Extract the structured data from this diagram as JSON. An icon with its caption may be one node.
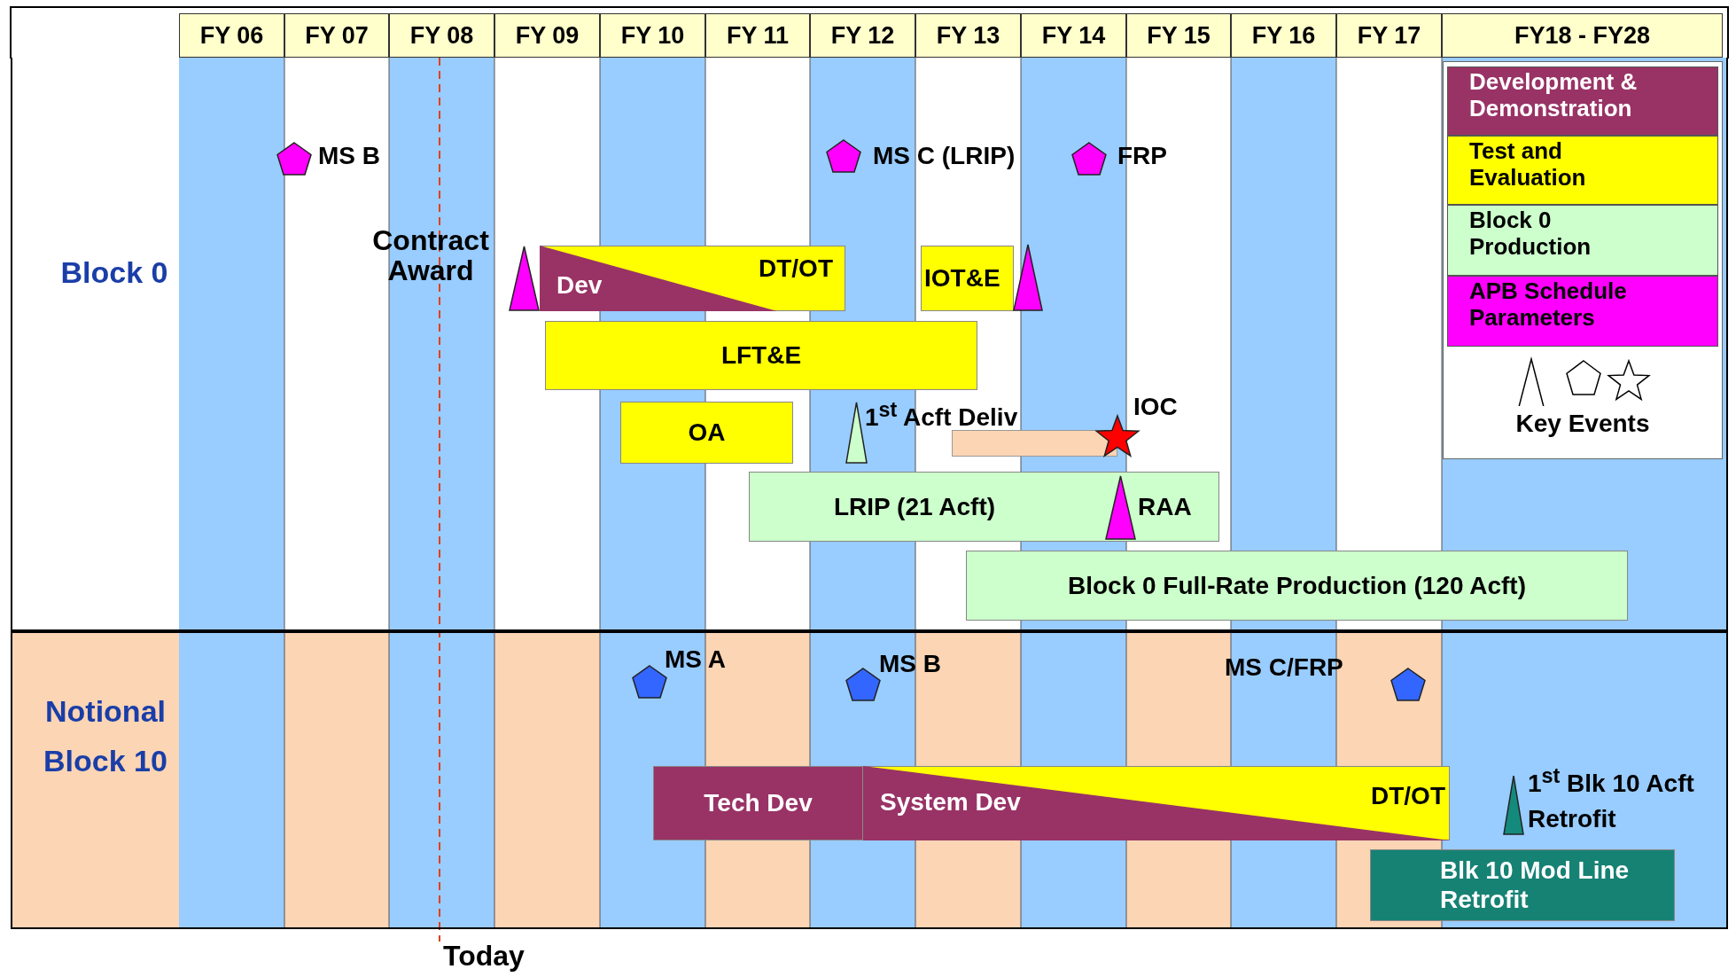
{
  "diagram": {
    "nodes": [
      {
        "text": [
          "FY 06"
        ]
      },
      {
        "text": [
          "FY 07"
        ]
      },
      {
        "text": [
          "FY 08"
        ]
      },
      {
        "text": [
          "FY 09"
        ]
      },
      {
        "text": [
          "FY 10"
        ]
      },
      {
        "text": [
          "FY 11"
        ]
      },
      {
        "text": [
          "FY 12"
        ]
      },
      {
        "text": [
          "FY 13"
        ]
      },
      {
        "text": [
          "FY 14"
        ]
      },
      {
        "text": [
          "FY 15"
        ]
      },
      {
        "text": [
          "FY 16"
        ]
      },
      {
        "text": [
          "FY 17"
        ]
      },
      {
        "text": [
          "FY18 - FY28"
        ]
      },
      {
        "text": [
          "Block 0"
        ]
      },
      {
        "text": [],
        "shape": "pentagon",
        "beside": [
          "MS B"
        ],
        "in": 13
      },
      {
        "text": [],
        "shape": "pentagon",
        "beside": [
          "MS C (LRIP)"
        ],
        "in": 13
      },
      {
        "text": [],
        "shape": "pentagon",
        "beside": [
          "FRP"
        ],
        "in": 13
      },
      {
        "text": [],
        "shape": "triangle",
        "beside": [
          "Contract Award"
        ],
        "in": 13
      },
      {
        "text": [
          "Dev",
          "DT/OT"
        ],
        "in": 13
      },
      {
        "text": [
          "IOT&E"
        ],
        "in": 13
      },
      {
        "text": [],
        "shape": "triangle",
        "in": 13
      },
      {
        "text": [
          "LFT&E"
        ],
        "in": 13
      },
      {
        "text": [
          "OA"
        ],
        "in": 13
      },
      {
        "text": [],
        "shape": "triangle",
        "beside": [
          "1$^{st}$ Acft Deliv"
        ],
        "in": 13
      },
      {
        "text": [],
        "shape": "bar",
        "in": 13
      },
      {
        "text": [],
        "shape": "star",
        "beside": [
          "IOC"
        ],
        "in": 13
      },
      {
        "text": [
          "LRIP (21 Acft)"
        ],
        "in": 13
      },
      {
        "text": [],
        "shape": "triangle",
        "beside": [
          "RAA"
        ],
        "in": 26
      },
      {
        "text": [
          "Block 0 Full-Rate Production (120 Acft)"
        ],
        "in": 13
      },
      {
        "text": [
          "Notional Block 10"
        ]
      },
      {
        "text": [],
        "shape": "pentagon",
        "beside": [
          "MS A"
        ],
        "in": 29
      },
      {
        "text": [],
        "shape": "pentagon",
        "beside": [
          "MS B"
        ],
        "in": 29
      },
      {
        "text": [],
        "shape": "pentagon",
        "beside": [
          "MS C/FRP"
        ],
        "in": 29
      },
      {
        "text": [
          "Tech Dev"
        ],
        "in": 29
      },
      {
        "text": [
          "System Dev",
          "DT/OT"
        ],
        "in": 29
      },
      {
        "text": [],
        "shape": "triangle",
        "beside": [
          "1$^{st}$ Blk 10 Acft Retrofit"
        ],
        "in": 29
      },
      {
        "text": [
          "Blk 10 Mod Line Retrofit"
        ],
        "in": 29
      }
    ],
    "labels": [
      "Today"
    ],
    "legend": [
      {
        "text": "Development & Demonstration",
        "color": "#993366"
      },
      {
        "text": "Test and Evaluation",
        "color": "#ffff00"
      },
      {
        "text": "Block 0 Production",
        "color": "#ccffcc"
      },
      {
        "text": "APB Schedule Parameters",
        "color": "#ff00ff"
      },
      {
        "text": "Key Events"
      }
    ]
  }
}
